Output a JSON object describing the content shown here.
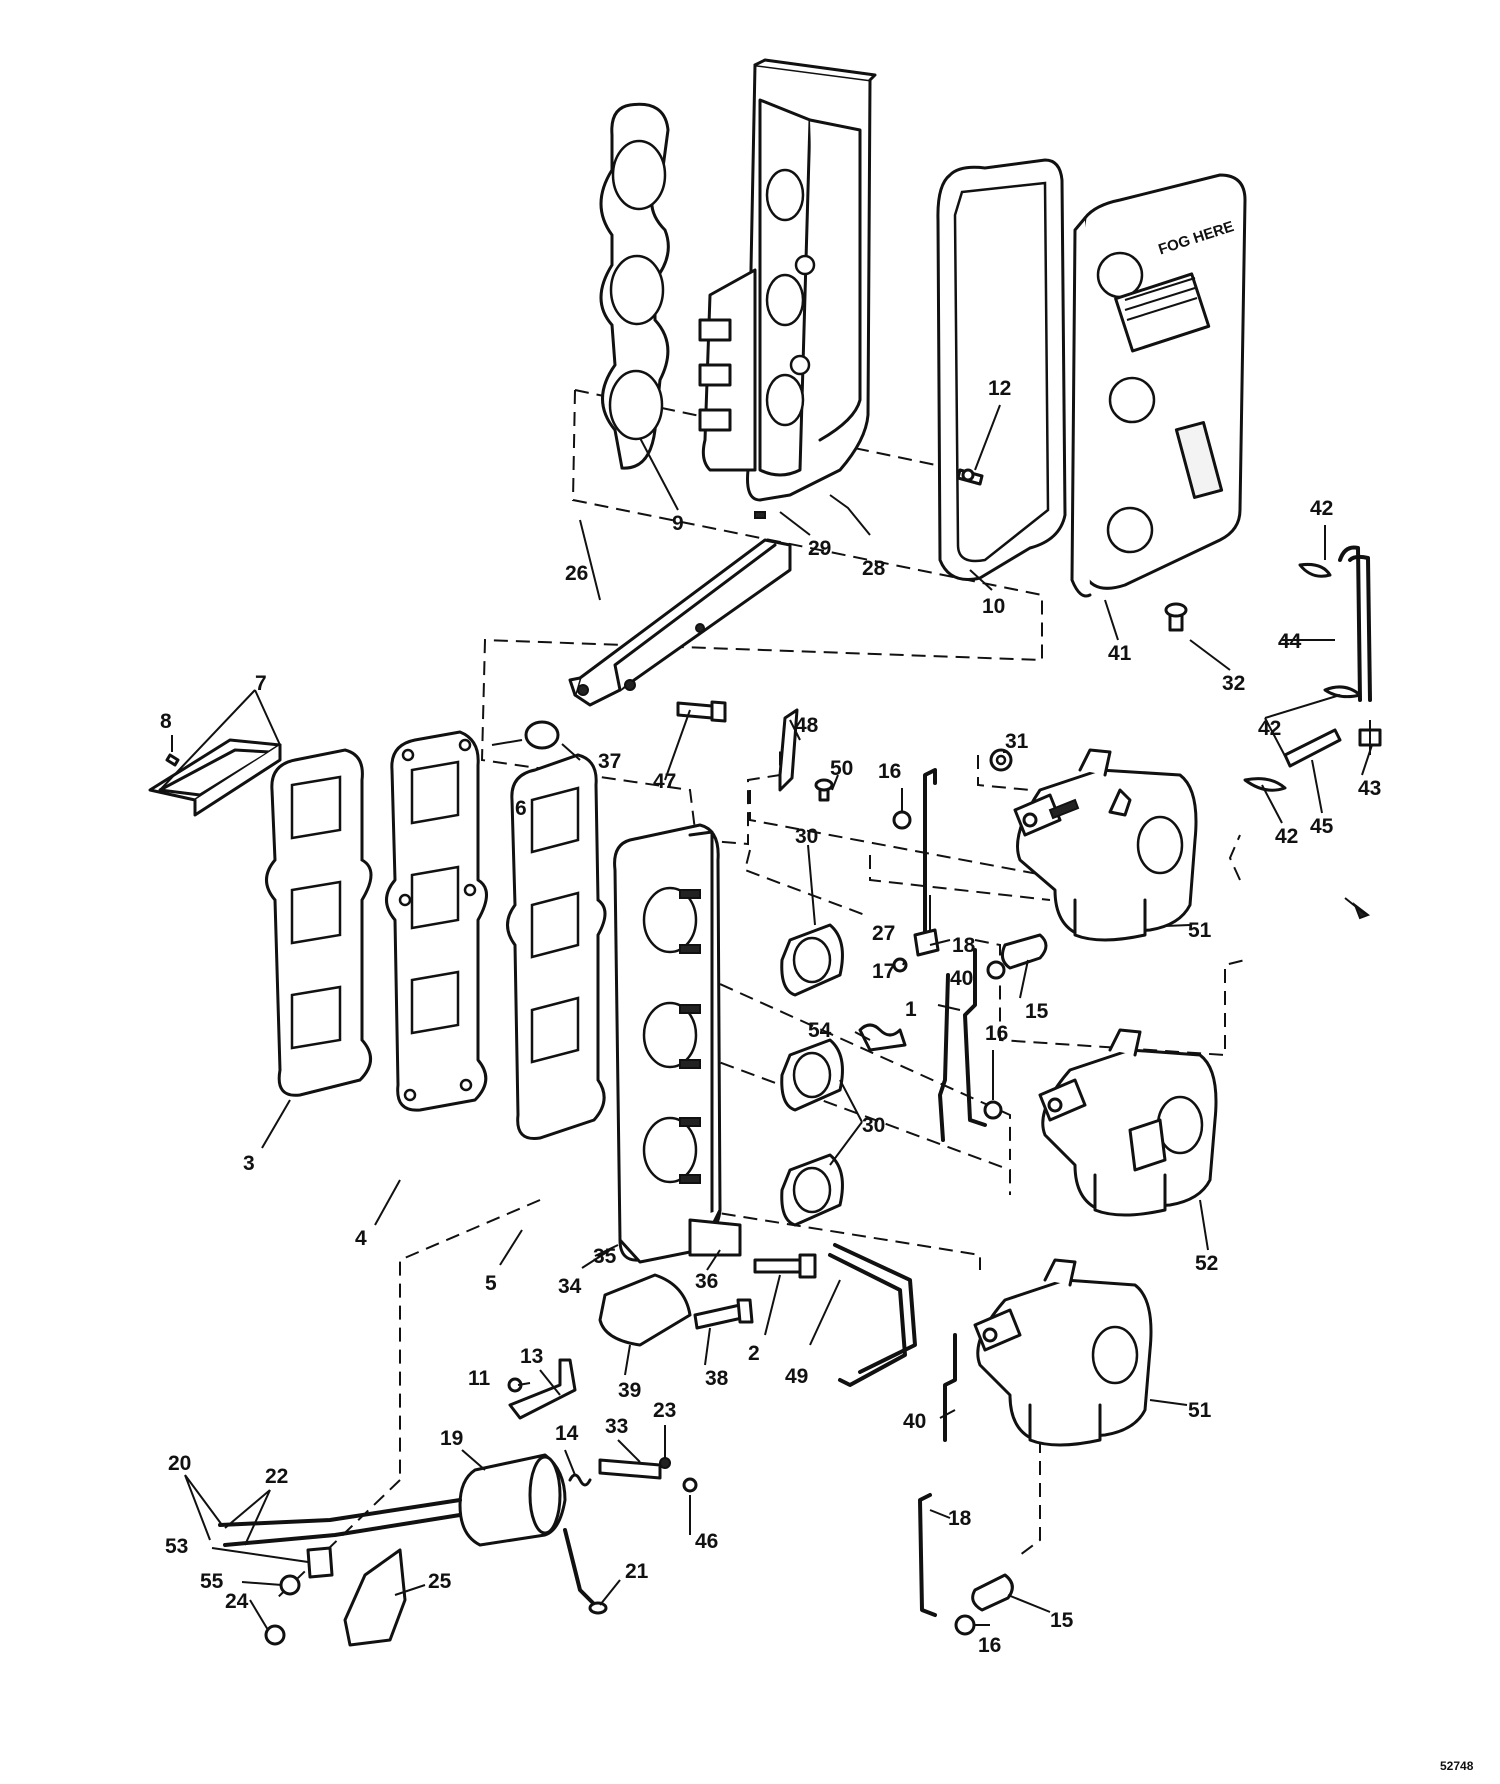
{
  "callouts": {
    "c1": "1",
    "c2": "2",
    "c3": "3",
    "c4": "4",
    "c5": "5",
    "c6": "6",
    "c7": "7",
    "c8": "8",
    "c9": "9",
    "c10": "10",
    "c11": "11",
    "c12": "12",
    "c13": "13",
    "c14": "14",
    "c15a": "15",
    "c15b": "15",
    "c16a": "16",
    "c16b": "16",
    "c16c": "16",
    "c17": "17",
    "c18a": "18",
    "c18b": "18",
    "c19": "19",
    "c20": "20",
    "c21": "21",
    "c22": "22",
    "c23": "23",
    "c24": "24",
    "c25": "25",
    "c26": "26",
    "c27": "27",
    "c28": "28",
    "c29": "29",
    "c30a": "30",
    "c30b": "30",
    "c31": "31",
    "c32": "32",
    "c33": "33",
    "c34": "34",
    "c35": "35",
    "c36": "36",
    "c37": "37",
    "c38": "38",
    "c39": "39",
    "c40a": "40",
    "c40b": "40",
    "c41": "41",
    "c42a": "42",
    "c42b": "42",
    "c42c": "42",
    "c43": "43",
    "c44": "44",
    "c45": "45",
    "c46": "46",
    "c47": "47",
    "c48": "48",
    "c49": "49",
    "c50": "50",
    "c51a": "51",
    "c51b": "51",
    "c52": "52",
    "c53": "53",
    "c54": "54",
    "c55": "55"
  },
  "cover_label": "FOG HERE",
  "serial_number": "52748",
  "colors": {
    "ink": "#111111",
    "paper": "#ffffff"
  }
}
